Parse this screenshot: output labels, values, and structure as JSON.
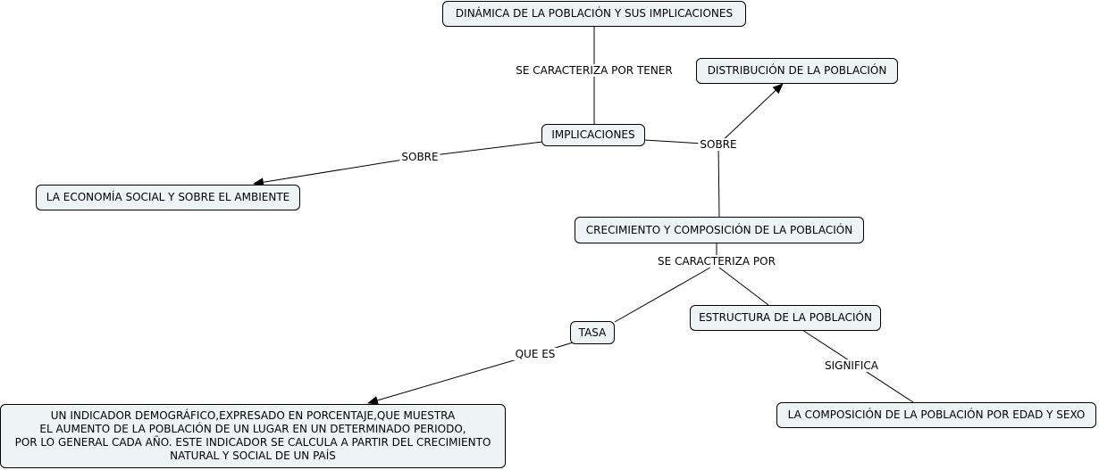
{
  "nodes": {
    "dinamica": "DINÁMICA DE LA POBLACIÓN Y SUS IMPLICACIONES",
    "distribucion": "DISTRIBUCIÓN DE LA POBLACIÓN",
    "implicaciones": "IMPLICACIONES",
    "economia": "LA ECONOMÍA SOCIAL Y SOBRE EL AMBIENTE",
    "crecimiento": "CRECIMIENTO Y COMPOSICIÓN DE LA POBLACIÓN",
    "estructura": "ESTRUCTURA DE LA POBLACIÓN",
    "tasa": "TASA",
    "indicador": "UN INDICADOR DEMOGRÁFICO,EXPRESADO EN PORCENTAJE,QUE MUESTRA\nEL AUMENTO DE LA POBLACIÓN DE UN LUGAR EN UN DETERMINADO PERIODO,\nPOR LO GENERAL CADA AÑO. ESTE INDICADOR SE CALCULA A PARTIR DEL CRECIMIENTO\nNATURAL Y SOCIAL DE UN PAÍS",
    "composicion": "LA COMPOSICIÓN DE LA POBLACIÓN POR EDAD Y SEXO"
  },
  "links": {
    "se_caracteriza_por_tener": "SE CARACTERIZA POR TENER",
    "sobre_left": "SOBRE",
    "sobre_right": "SOBRE",
    "se_caracteriza_por": "SE CARACTERIZA POR",
    "que_es": "QUE ES",
    "significa": "SIGNIFICA"
  },
  "colors": {
    "node_fill": "#eef3f5",
    "line": "#000000"
  }
}
